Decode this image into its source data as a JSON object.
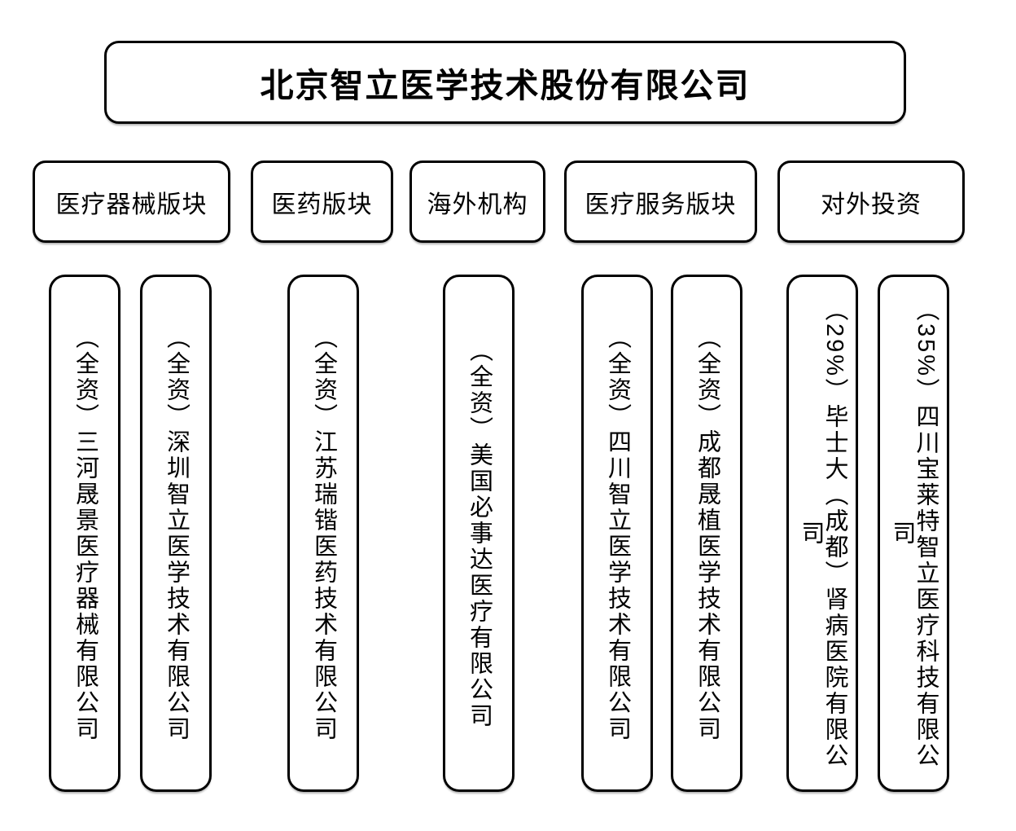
{
  "org_chart": {
    "root": {
      "label": "北京智立医学技术股份有限公司"
    },
    "categories": [
      {
        "label": "医疗器械版块"
      },
      {
        "label": "医药版块"
      },
      {
        "label": "海外机构"
      },
      {
        "label": "医疗服务版块"
      },
      {
        "label": "对外投资"
      }
    ],
    "subsidiaries": [
      {
        "ownership": "（全资）",
        "label": "（全资）三河晟景医疗器械有限公司"
      },
      {
        "ownership": "（全资）",
        "label": "（全资）深圳智立医学技术有限公司"
      },
      {
        "ownership": "（全资）",
        "label": "（全资）江苏瑞锴医药技术有限公司"
      },
      {
        "ownership": "（全资）",
        "label": "（全资）美国必事达医疗有限公司"
      },
      {
        "ownership": "（全资）",
        "label": "（全资）四川智立医学技术有限公司"
      },
      {
        "ownership": "（全资）",
        "label": "（全资）成都晟植医学技术有限公司"
      },
      {
        "ownership": "（29%）",
        "label": "（29%）毕士大（成都）肾病医院有限公司"
      },
      {
        "ownership": "（35%）",
        "label": "（35%）四川宝莱特智立医疗科技有限公司"
      }
    ],
    "colors": {
      "background": "#ffffff",
      "border": "#000000",
      "text": "#000000"
    }
  }
}
